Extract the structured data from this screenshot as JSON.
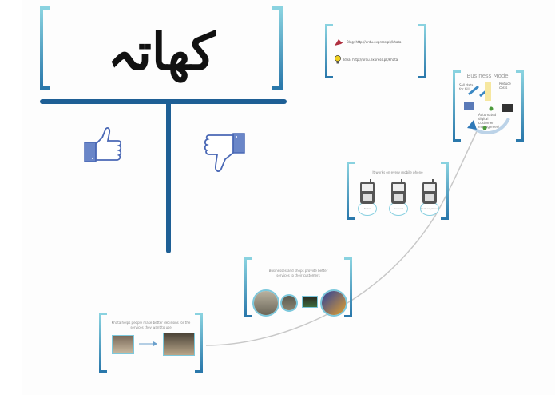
{
  "canvas": {
    "type": "prezi-presentation-canvas",
    "background": "#fdfdfd",
    "accent_dark": "#1e5f95",
    "accent_light": "#8ad3e0"
  },
  "title_frame": {
    "title": "کھاتہ"
  },
  "t_chart": {
    "left_icon": "thumbs-up-icon",
    "right_icon": "thumbs-down-icon"
  },
  "links_frame": {
    "rows": [
      {
        "icon": "book-icon",
        "text": "Blog: http://urdu.express.pk/khata"
      },
      {
        "icon": "lightbulb-icon",
        "text": "Idea: http://urdu.express.pk/khata"
      }
    ]
  },
  "business_model_frame": {
    "title": "Business Model",
    "labels": [
      "Sell data for bill",
      "Reduce costs",
      "Automated digital customer management"
    ]
  },
  "phones_frame": {
    "caption": "It works on every mobile phone",
    "phones": [
      {
        "label": "Nokia"
      },
      {
        "label": "Android"
      },
      {
        "label": "Feature phone"
      }
    ]
  },
  "businesses_frame": {
    "caption_line1": "Businesses and shops provide better",
    "caption_line2": "services to their customers"
  },
  "people_frame": {
    "caption_line1": "Khata helps people make better decisions for the",
    "caption_line2": "services they want to use"
  }
}
